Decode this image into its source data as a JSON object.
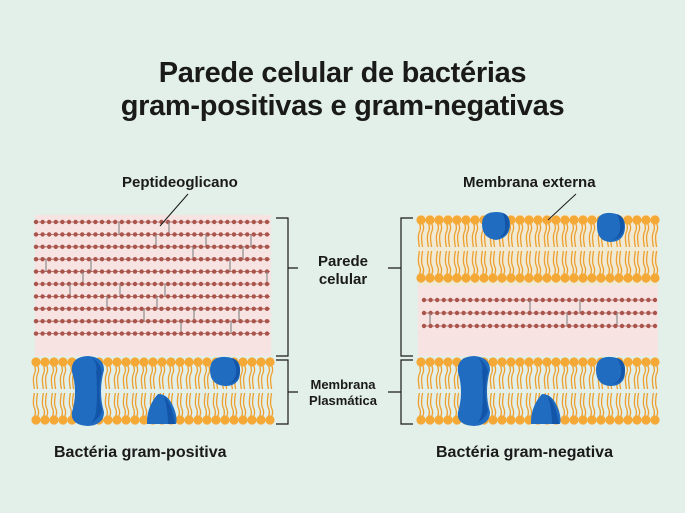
{
  "title": {
    "line1": "Parede celular de bactérias",
    "line2": "gram-positivas e gram-negativas"
  },
  "labels": {
    "peptidoglycan": "Peptideoglicano",
    "outer_membrane": "Membrana externa",
    "cell_wall_line1": "Parede",
    "cell_wall_line2": "celular",
    "plasma_membrane_line1": "Membrana",
    "plasma_membrane_line2": "Plasmática",
    "gram_positive": "Bactéria gram-positiva",
    "gram_negative": "Bactéria gram-negativa"
  },
  "colors": {
    "background": "#e3efe9",
    "wall_fill": "#f8e3e3",
    "periplasm_fill": "#fbe6c4",
    "lipid_head": "#f4a937",
    "lipid_tail": "#eda02f",
    "peptidoglycan": "#a9554b",
    "protein_blue": "#1f6cc0",
    "protein_dark": "#0e4da0",
    "text": "#1a1a1a"
  }
}
